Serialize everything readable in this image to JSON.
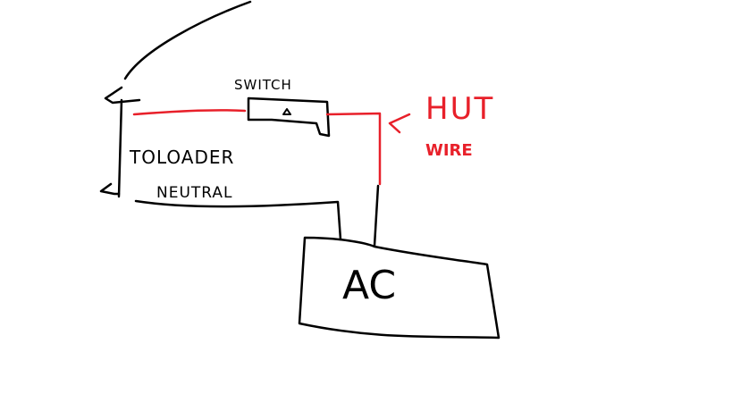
{
  "labels": {
    "switch": "SWITCH",
    "to_loader": "TOLOADER",
    "neutral": "NEUTRAL",
    "hot": "HUT",
    "wire": "WIRE",
    "ac": "AC"
  },
  "colors": {
    "background": "#ffffff",
    "ink": "#000000",
    "hot_wire": "#e8202a"
  }
}
